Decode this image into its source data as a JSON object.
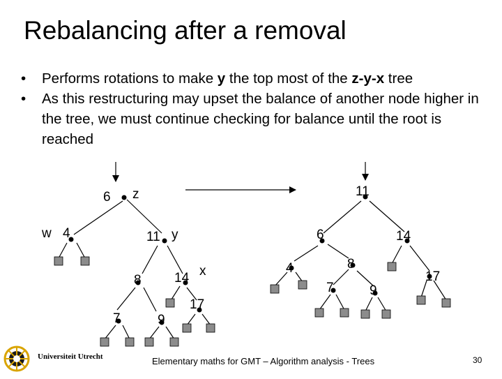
{
  "slide": {
    "title": "Rebalancing after a removal",
    "bullet_glyph": "•",
    "bullets": [
      {
        "before": "Performs rotations to make ",
        "bold1": "y",
        "middle": " the top most of the ",
        "bold2": "z-y-x",
        "after": " tree"
      },
      {
        "text": "As this restructuring may upset the balance of another node higher in the tree, we must continue checking for balance until the root is reached"
      }
    ],
    "footer": "Elementary maths for GMT – Algorithm analysis - Trees",
    "page_number": "30",
    "university": "Universiteit Utrecht"
  },
  "diagram": {
    "before": {
      "nodes": {
        "n6": "6",
        "n4": "4",
        "n11": "11",
        "n8": "8",
        "n14": "14",
        "n7": "7",
        "n9": "9",
        "n17": "17"
      },
      "labels": {
        "z": "z",
        "y": "y",
        "x": "x",
        "w": "w"
      }
    },
    "after": {
      "nodes": {
        "n11": "11",
        "n6": "6",
        "n14": "14",
        "n4": "4",
        "n8": "8",
        "n7": "7",
        "n9": "9",
        "n17": "17"
      }
    },
    "colors": {
      "node_fill": "#000000",
      "external_fill": "#8c8c8c",
      "edge": "#000000"
    }
  }
}
